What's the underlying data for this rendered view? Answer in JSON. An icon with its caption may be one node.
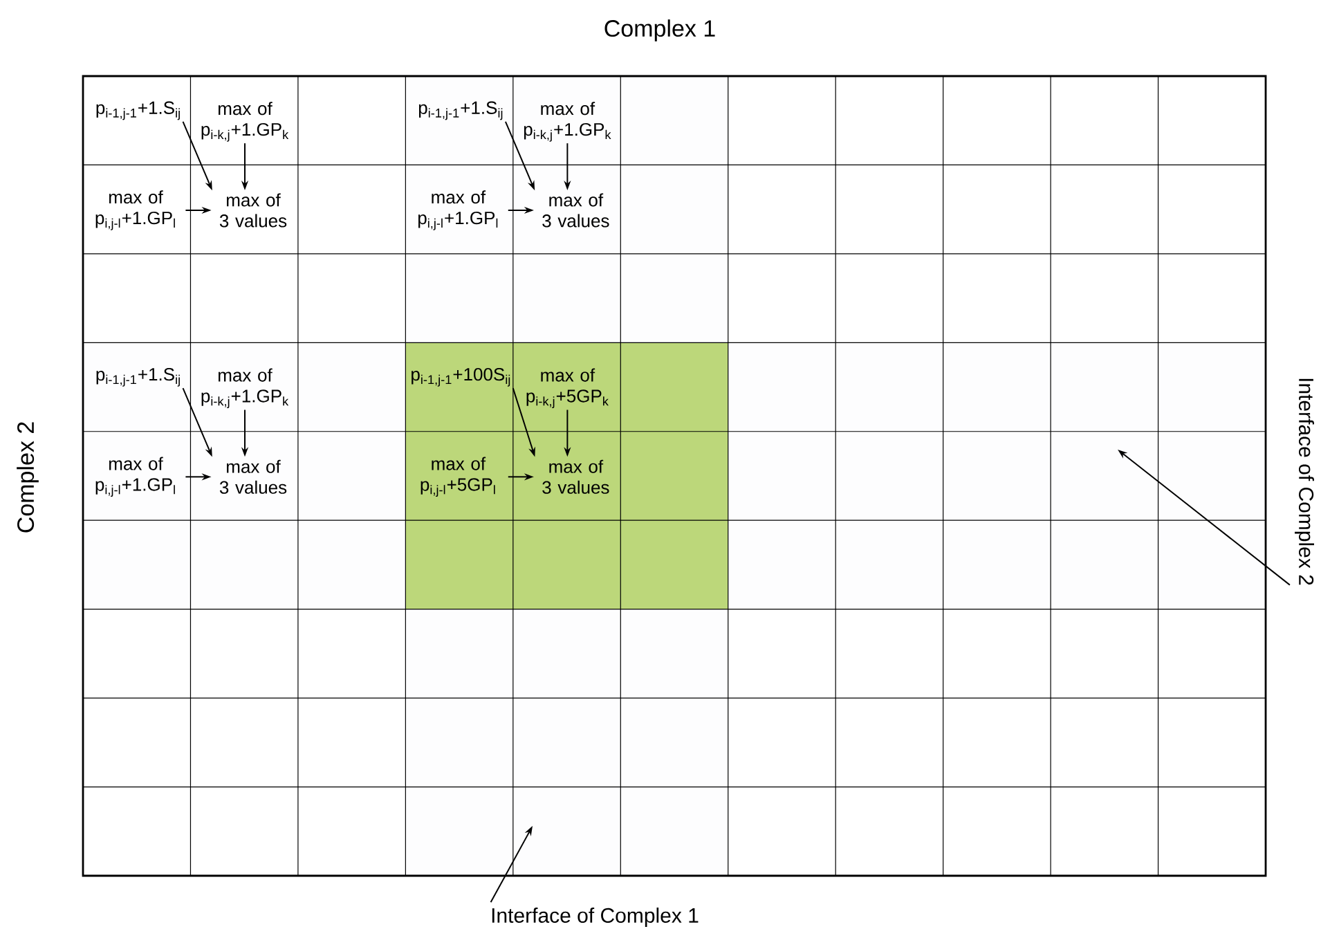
{
  "diagram": {
    "nodes": [
      {
        "text": [
          "p$_{i-1,j-1}$+1.S$_{ij}$"
        ]
      },
      {
        "text": [
          "max of p$_{i-k,j}$+1.GP$_{k}$"
        ]
      },
      {
        "text": [
          "max of p$_{i,j-l}$+1.GP$_{l}$"
        ]
      },
      {
        "text": [
          "max of 3 values"
        ]
      },
      {
        "text": [
          "p$_{i-1,j-1}$+1.S$_{ij}$"
        ]
      },
      {
        "text": [
          "max of p$_{i-k,j}$+1.GP$_{k}$"
        ]
      },
      {
        "text": [
          "max of p$_{i,j-l}$+1.GP$_{l}$"
        ]
      },
      {
        "text": [
          "max of 3 values"
        ]
      },
      {
        "text": [
          "p$_{i-1,j-1}$+1.S$_{ij}$"
        ]
      },
      {
        "text": [
          "max of p$_{i-k,j}$+1.GP$_{k}$"
        ]
      },
      {
        "text": [
          "max of p$_{i,j-l}$+1.GP$_{l}$"
        ]
      },
      {
        "text": [
          "max of 3 values"
        ]
      },
      {
        "text": [
          "p$_{i-1,j-1}$+100S$_{ij}$"
        ]
      },
      {
        "text": [
          "max of p$_{i-k,j}$+5GP$_{k}$"
        ]
      },
      {
        "text": [
          "max of p$_{i,j-l}$+5GP$_{l}$"
        ]
      },
      {
        "text": [
          "max of 3 values"
        ]
      },
      {
        "text": [
          "Interface of Complex 1"
        ]
      },
      {
        "text": [
          "Interface of Complex 2"
        ]
      }
    ],
    "edges": [
      {
        "from": 0,
        "to": 3,
        "arrow": "to"
      },
      {
        "from": 1,
        "to": 3,
        "arrow": "to"
      },
      {
        "from": 2,
        "to": 3,
        "arrow": "to"
      },
      {
        "from": 4,
        "to": 7,
        "arrow": "to"
      },
      {
        "from": 5,
        "to": 7,
        "arrow": "to"
      },
      {
        "from": 6,
        "to": 7,
        "arrow": "to"
      },
      {
        "from": 8,
        "to": 11,
        "arrow": "to"
      },
      {
        "from": 9,
        "to": 11,
        "arrow": "to"
      },
      {
        "from": 10,
        "to": 11,
        "arrow": "to"
      },
      {
        "from": 12,
        "to": 15,
        "arrow": "to"
      },
      {
        "from": 13,
        "to": 15,
        "arrow": "to"
      },
      {
        "from": 14,
        "to": 15,
        "arrow": "to"
      },
      {
        "from": 16,
        "to": null,
        "arrow": "to"
      },
      {
        "from": 17,
        "to": null,
        "arrow": "to"
      }
    ],
    "labels": [
      "Complex 1",
      "Complex 2"
    ]
  }
}
